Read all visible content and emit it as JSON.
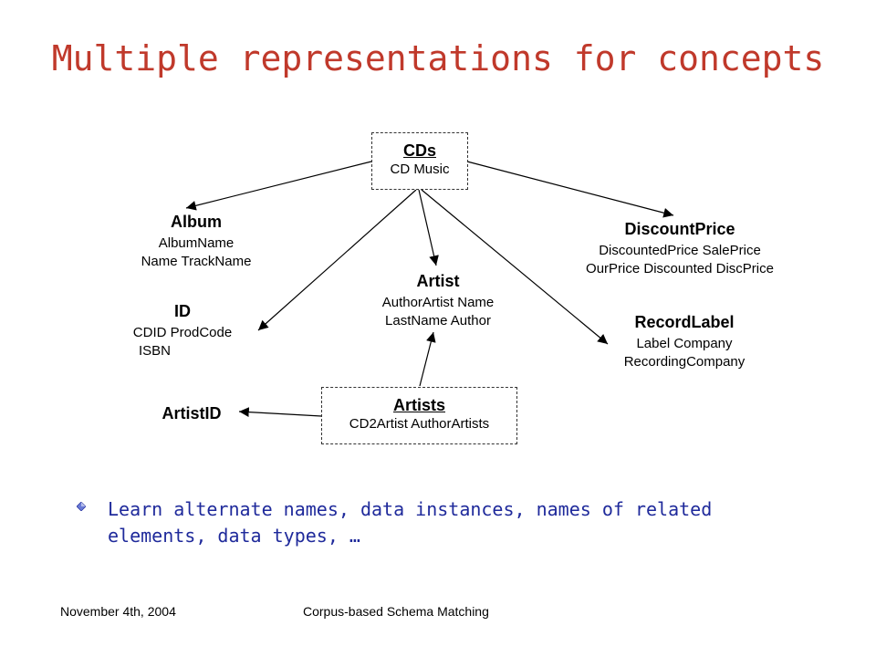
{
  "slide": {
    "title": "Multiple representations for concepts"
  },
  "diagram": {
    "cds": {
      "head": "CDs",
      "sub": "CD Music"
    },
    "album": {
      "head": "Album",
      "sub1": "AlbumName",
      "sub2": "Name TrackName"
    },
    "id": {
      "head": "ID",
      "sub1": "CDID ProdCode",
      "sub2": "ISBN"
    },
    "artist": {
      "head": "Artist",
      "sub1": "AuthorArtist Name",
      "sub2": "LastName Author"
    },
    "discountprice": {
      "head": "DiscountPrice",
      "sub1": "DiscountedPrice SalePrice",
      "sub2": "OurPrice Discounted DiscPrice"
    },
    "recordlabel": {
      "head": "RecordLabel",
      "sub1": "Label Company",
      "sub2": "RecordingCompany"
    },
    "artists": {
      "head": "Artists",
      "sub": "CD2Artist AuthorArtists"
    },
    "artistid": {
      "head": "ArtistID"
    }
  },
  "bullets": [
    {
      "line1": "Learn alternate names, data instances, names of related",
      "line2": "elements, data types, …"
    }
  ],
  "footer": {
    "date": "November 4th, 2004",
    "center": "Corpus-based Schema Matching"
  },
  "colors": {
    "title": "#c0392b",
    "bullet_text": "#1f2a9b"
  }
}
